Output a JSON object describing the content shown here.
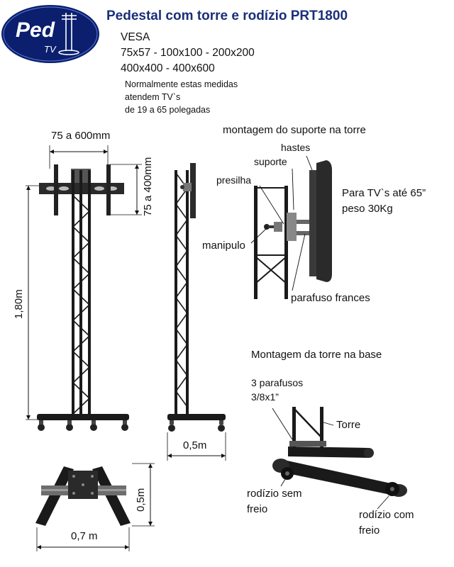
{
  "logo": {
    "text_main": "Ped",
    "text_sub": "TV"
  },
  "title": "Pedestal com torre e rodízio  PRT1800",
  "vesa": {
    "heading": "VESA",
    "line1": "75x57 - 100x100 - 200x200",
    "line2": "400x400 - 400x600"
  },
  "note": {
    "line1": "Normalmente estas medidas",
    "line2": "atendem TV`s",
    "line3": "de 19 a 65 polegadas"
  },
  "front_view": {
    "width_label": "75 a 600mm",
    "height_vesa_label": "75 a 400mm",
    "total_height_label": "1,80m"
  },
  "side_view": {
    "depth_label": "0,5m"
  },
  "base_view": {
    "width_label": "0,7 m",
    "depth_label": "0,5m"
  },
  "mount_detail": {
    "heading": "montagem do suporte na torre",
    "hastes": "hastes",
    "suporte": "suporte",
    "presilha": "presilha",
    "manipulo": "manipulo",
    "parafuso": "parafuso frances",
    "capacity_line1": "Para TV`s até 65”",
    "capacity_line2": "peso 30Kg"
  },
  "base_detail": {
    "heading": "Montagem da torre na base",
    "bolts_line1": "3 parafusos",
    "bolts_line2": "3/8x1”",
    "torre": "Torre",
    "caster_no_brake_line1": "rodízio sem",
    "caster_no_brake_line2": "freio",
    "caster_brake_line1": "rodízio com",
    "caster_brake_line2": "freio"
  },
  "colors": {
    "title": "#1a2f7a",
    "logo_bg": "#0b1f6e",
    "logo_text": "#ffffff",
    "metal": "#1a1a1a"
  }
}
